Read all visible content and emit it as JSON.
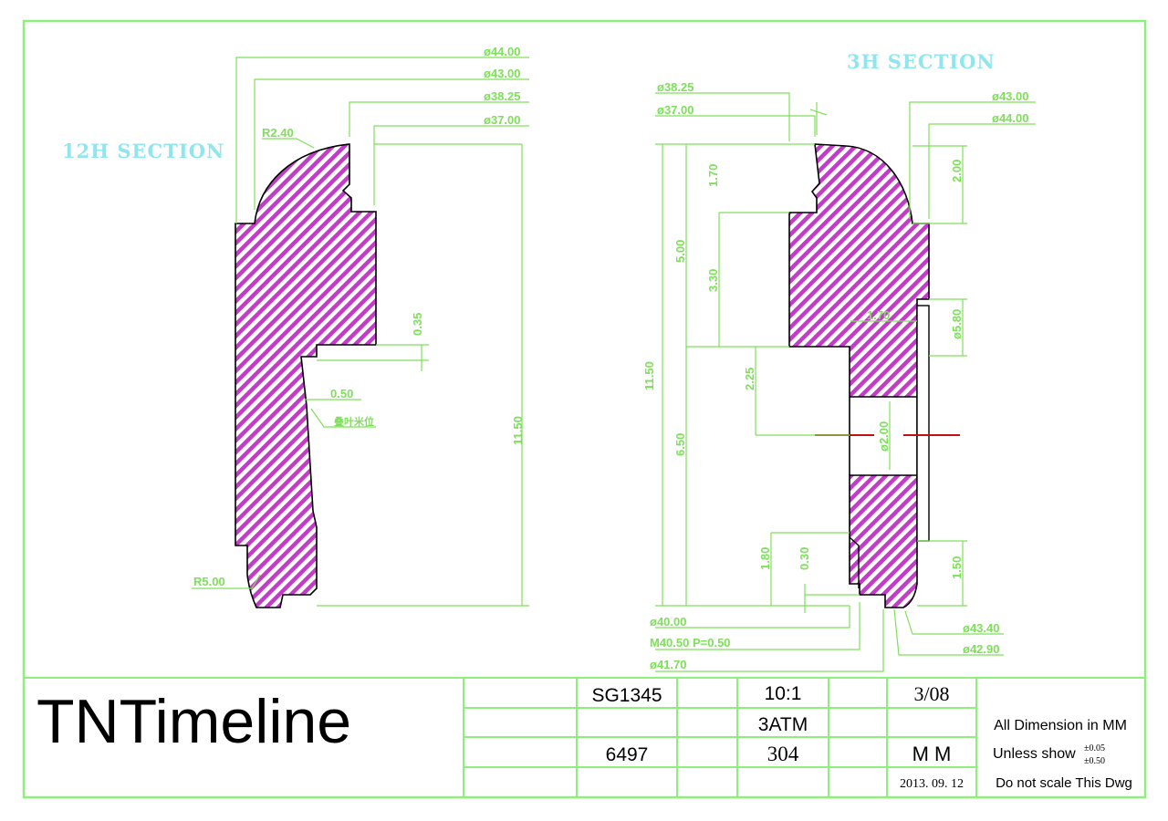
{
  "colors": {
    "frame": "#8cf07a",
    "dimension": "#7ee05a",
    "hatch": "#c23cc8",
    "section_label": "#8fe6ee",
    "center_mark": "#c01010"
  },
  "left_section": {
    "label": "12H SECTION",
    "dims": {
      "d44": "ø44.00",
      "d43": "ø43.00",
      "d3825": "ø38.25",
      "d37": "ø37.00",
      "r240": "R2.40",
      "h035": "0.35",
      "w050": "0.50",
      "note": "叠叶米位",
      "h1150": "11.50",
      "r500": "R5.00"
    }
  },
  "right_section": {
    "label": "3H SECTION",
    "dims": {
      "d3825": "ø38.25",
      "d37": "ø37.00",
      "d43": "ø43.00",
      "d44": "ø44.00",
      "h170": "1.70",
      "h200": "2.00",
      "h500": "5.00",
      "h330": "3.30",
      "w170": "1.70",
      "h580": "ø5.80",
      "h1150": "11.50",
      "h225": "2.25",
      "d200": "ø2.00",
      "h650": "6.50",
      "h180": "1.80",
      "h030": "0.30",
      "h150": "1.50",
      "d40": "ø40.00",
      "m4050": "M40.50  P=0.50",
      "d4170": "ø41.70",
      "d4340": "ø43.40",
      "d4290": "ø42.90"
    }
  },
  "title_block": {
    "logo": "TNTimeline",
    "part_no": "SG1345",
    "scale": "10:1",
    "sheet": "3/08",
    "water_resistance": "3ATM",
    "code": "6497",
    "material": "304",
    "unit_mark": "M M",
    "date": "2013. 09. 12",
    "note_dim": "All Dimension in MM",
    "note_unless": "Unless show",
    "tol_fine": "±0.05",
    "tol_coarse": "±0.50",
    "note_scale": "Do not scale This Dwg"
  }
}
